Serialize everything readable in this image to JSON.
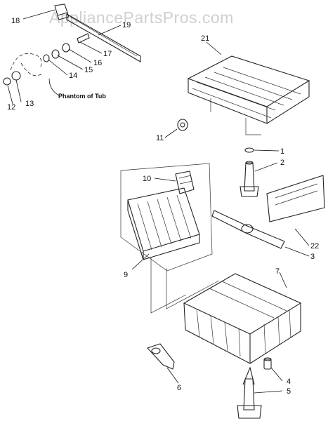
{
  "watermark": "AppliancePartsPros.com",
  "diagram": {
    "labels": {
      "p1": "1",
      "p2": "2",
      "p3": "3",
      "p4": "4",
      "p5": "5",
      "p6": "6",
      "p7": "7",
      "p9": "9",
      "p10": "10",
      "p11": "11",
      "p12": "12",
      "p13": "13",
      "p14": "14",
      "p15": "15",
      "p16": "16",
      "p17": "17",
      "p18": "18",
      "p21": "21",
      "p22": "22",
      "phantom": "Phantom of Tub"
    }
  }
}
